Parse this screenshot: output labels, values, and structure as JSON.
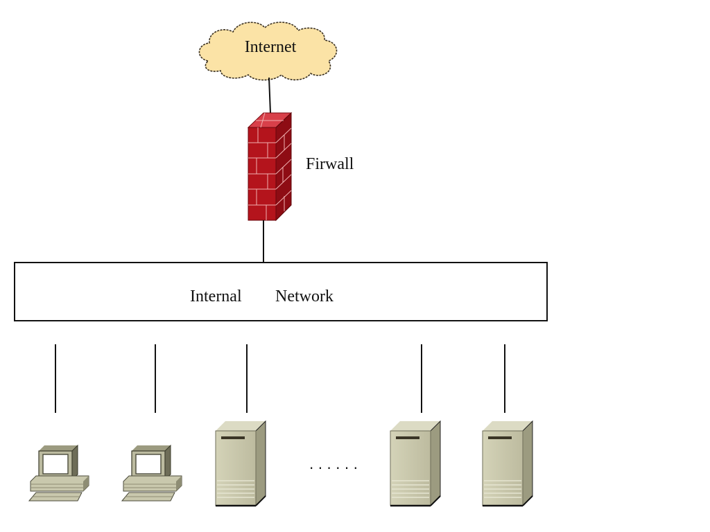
{
  "internet": {
    "label": "Internet",
    "icon": "cloud-icon",
    "color": "#fbe3a6"
  },
  "firewall": {
    "label": "Firwall",
    "icon": "brick-wall-icon",
    "color": "#b4141c"
  },
  "network": {
    "label_part1": "Internal",
    "label_part2": "Network"
  },
  "devices": [
    {
      "type": "workstation",
      "icon": "desktop-computer-icon"
    },
    {
      "type": "workstation",
      "icon": "desktop-computer-icon"
    },
    {
      "type": "server",
      "icon": "server-tower-icon"
    },
    {
      "type": "ellipsis",
      "label": "......"
    },
    {
      "type": "server",
      "icon": "server-tower-icon"
    },
    {
      "type": "server",
      "icon": "server-tower-icon"
    }
  ],
  "ellipsis": "· · · · · ·"
}
